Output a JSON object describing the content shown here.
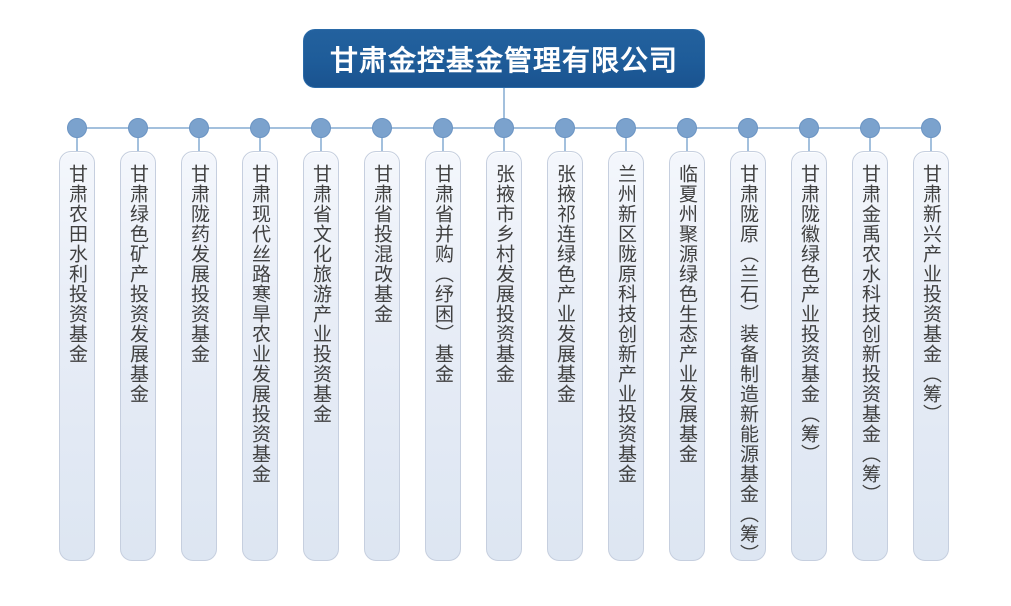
{
  "org": {
    "root": {
      "name": "甘肃金控基金管理有限公司"
    },
    "funds": [
      {
        "name": "甘肃农田水利投资基金"
      },
      {
        "name": "甘肃绿色矿产投资发展基金"
      },
      {
        "name": "甘肃陇药发展投资基金"
      },
      {
        "name": "甘肃现代丝路寒旱农业发展投资基金"
      },
      {
        "name": "甘肃省文化旅游产业投资基金"
      },
      {
        "name": "甘肃省投混改基金"
      },
      {
        "name": "甘肃省并购（纾困）基金"
      },
      {
        "name": "张掖市乡村发展投资基金"
      },
      {
        "name": "张掖祁连绿色产业发展基金"
      },
      {
        "name": "兰州新区陇原科技创新产业投资基金"
      },
      {
        "name": "临夏州聚源绿色生态产业发展基金"
      },
      {
        "name": "甘肃陇原（兰石）装备制造新能源基金（筹）"
      },
      {
        "name": "甘肃陇徽绿色产业投资基金（筹）"
      },
      {
        "name": "甘肃金禹农水科技创新投资基金（筹）"
      },
      {
        "name": "甘肃新兴产业投资基金（筹）"
      }
    ]
  },
  "colors": {
    "root_box_bg": "#1e5c99",
    "root_box_text": "#ffffff",
    "connector_line": "#a3c0dd",
    "connector_node": "#7ba2cd",
    "fund_box_bg": "#e6ecf6",
    "fund_box_border": "#c6cfdf",
    "fund_text": "#404040",
    "background": "#ffffff"
  }
}
